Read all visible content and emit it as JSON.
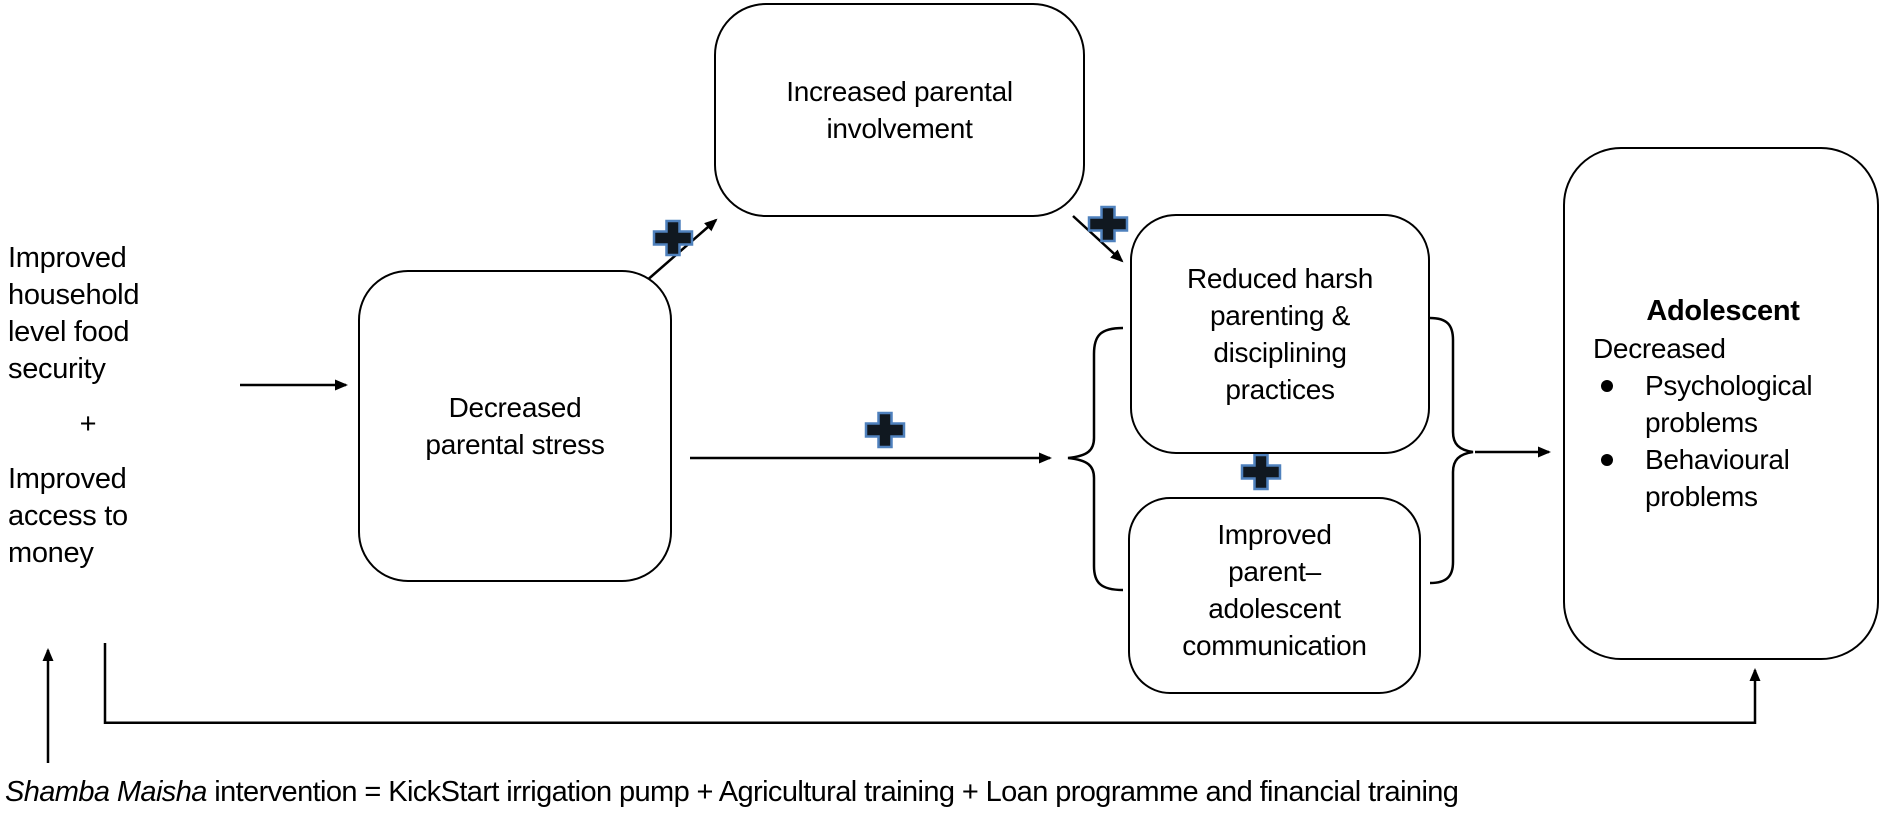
{
  "colors": {
    "line": "#000000",
    "plus_fill": "#101820",
    "plus_stroke": "#4f81bd",
    "background": "#ffffff"
  },
  "input_text": {
    "part1_lines": [
      "Improved",
      "household",
      "level food",
      "security"
    ],
    "plus": "+",
    "part2_lines": [
      "Improved",
      "access to",
      "money"
    ]
  },
  "nodes": {
    "stress": {
      "lines": [
        "Decreased",
        "parental stress"
      ]
    },
    "involvement": {
      "lines": [
        "Increased parental",
        "involvement"
      ]
    },
    "harsh": {
      "lines": [
        "Reduced harsh",
        "parenting &",
        "disciplining",
        "practices"
      ]
    },
    "communication": {
      "lines": [
        "Improved",
        "parent–",
        "adolescent",
        "communication"
      ]
    },
    "outcome": {
      "heading": "Adolescent",
      "subheading": "Decreased",
      "bullets": [
        "Psychological problems",
        "Behavioural problems"
      ]
    }
  },
  "edge_signs": {
    "stress_to_involvement": "+",
    "involvement_to_harsh": "+",
    "stress_to_mediators": "+",
    "harsh_and_communication": "+"
  },
  "caption": {
    "italic": "Shamba Maisha",
    "rest": " intervention = KickStart irrigation pump + Agricultural training + Loan programme and financial training"
  }
}
